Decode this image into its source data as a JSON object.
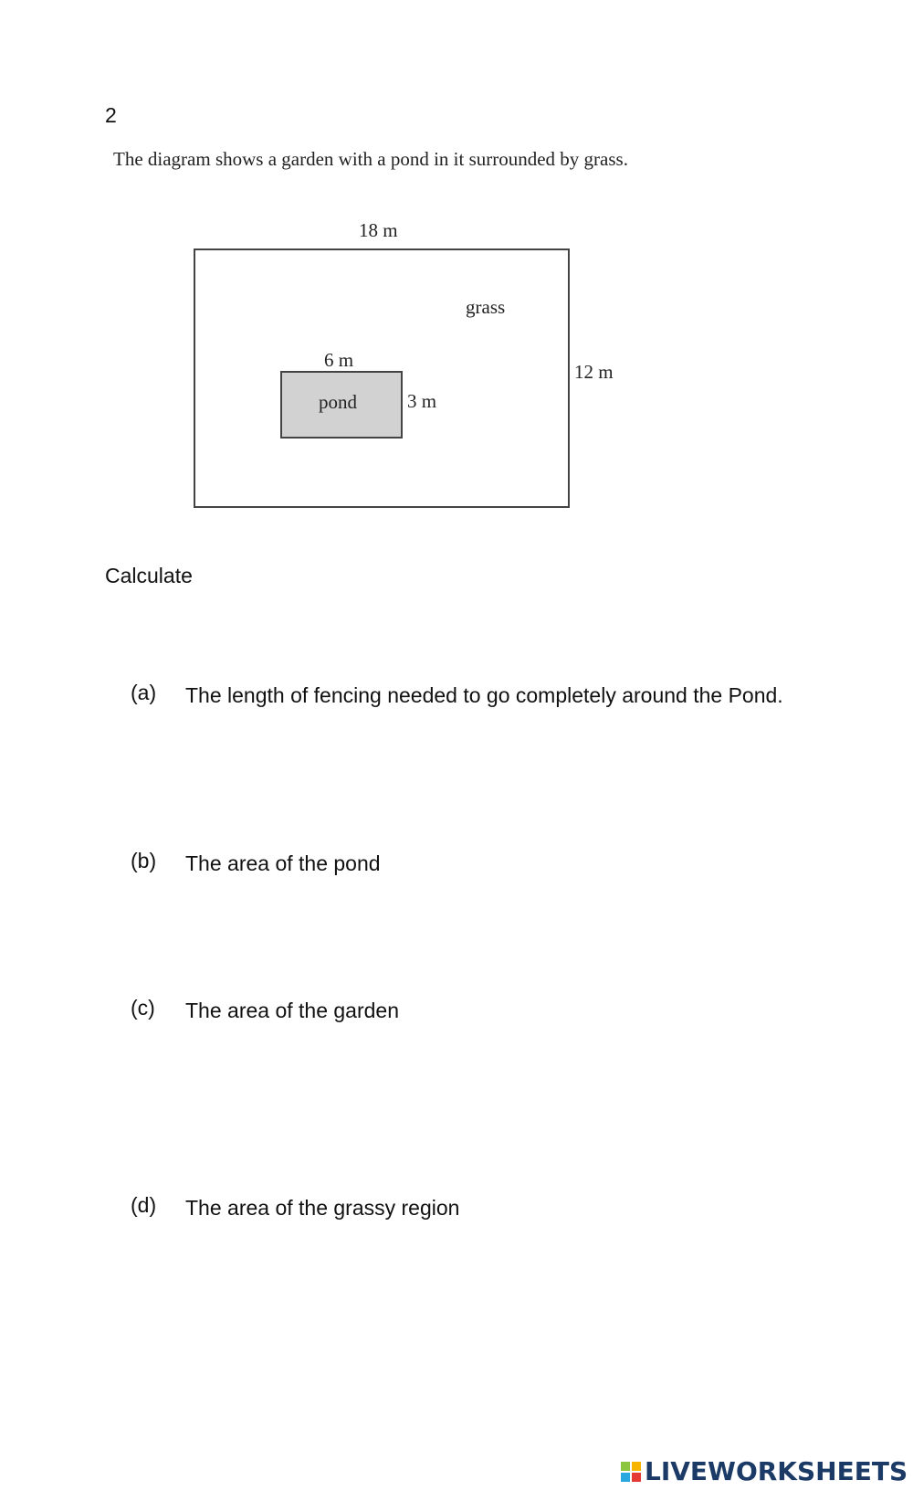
{
  "question": {
    "number": "2",
    "intro": "The diagram shows a garden with a pond in it surrounded by grass."
  },
  "diagram": {
    "garden_width": "18 m",
    "garden_height": "12 m",
    "grass_label": "grass",
    "pond_label": "pond",
    "pond_width": "6 m",
    "pond_height": "3 m",
    "pond_fill": "#d2d2d2"
  },
  "instruction": "Calculate",
  "parts": [
    {
      "label": "(a)",
      "text": "The length of fencing needed to go completely around the Pond."
    },
    {
      "label": "(b)",
      "text": "The area of the pond"
    },
    {
      "label": "(c)",
      "text": "The area of the garden"
    },
    {
      "label": "(d)",
      "text": "The area of the grassy region"
    }
  ],
  "footer": {
    "logo_text": "LIVEWORKSHEETS",
    "logo_colors": [
      "#8cc63f",
      "#f7b500",
      "#29a8e0",
      "#e53935"
    ]
  }
}
